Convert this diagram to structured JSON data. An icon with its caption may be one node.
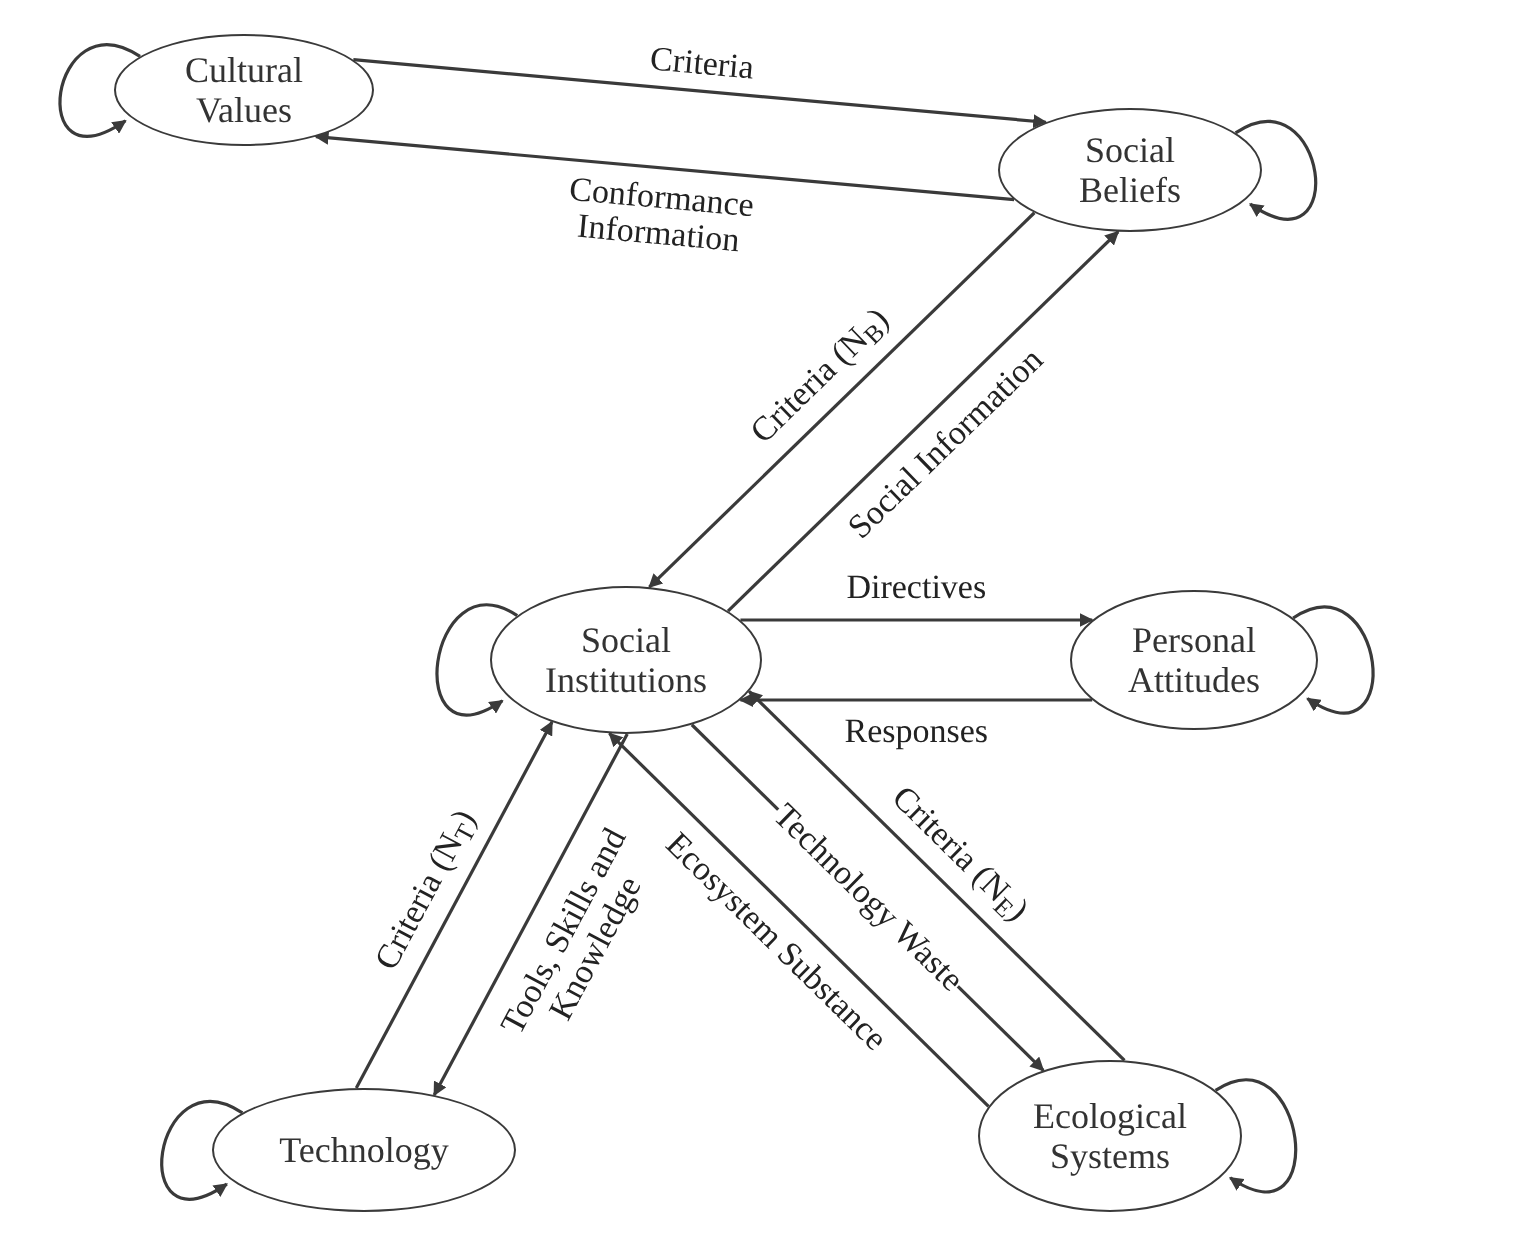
{
  "diagram": {
    "nodes": [
      {
        "text": [
          "Cultural Values"
        ]
      },
      {
        "text": [
          "Social Beliefs"
        ]
      },
      {
        "text": [
          "Social Institutions"
        ]
      },
      {
        "text": [
          "Personal Attitudes"
        ]
      },
      {
        "text": [
          "Technology"
        ]
      },
      {
        "text": [
          "Ecological Systems"
        ]
      }
    ],
    "edges": [
      {
        "from": 0,
        "to": 1,
        "arrow": "to",
        "label": "Criteria"
      },
      {
        "from": 1,
        "to": 0,
        "arrow": "to",
        "label": "Conformance Information"
      },
      {
        "from": 1,
        "to": 2,
        "arrow": "to",
        "label": "Criteria (N$_{B}$)"
      },
      {
        "from": 2,
        "to": 1,
        "arrow": "to",
        "label": "Social Information"
      },
      {
        "from": 2,
        "to": 3,
        "arrow": "to",
        "label": "Directives"
      },
      {
        "from": 3,
        "to": 2,
        "arrow": "to",
        "label": "Responses"
      },
      {
        "from": 4,
        "to": 2,
        "arrow": "to",
        "label": "Criteria (N$_{T}$)"
      },
      {
        "from": 2,
        "to": 4,
        "arrow": "to",
        "label": "Tools, Skills and Knowledge"
      },
      {
        "from": 5,
        "to": 2,
        "arrow": "to",
        "label": "Criteria (N$_{E}$)"
      },
      {
        "from": 2,
        "to": 5,
        "arrow": "to",
        "label": "Technology Waste"
      },
      {
        "from": 5,
        "to": 2,
        "arrow": "to",
        "label": "Ecosystem Substance"
      },
      {
        "from": 0,
        "to": 0,
        "arrow": "to"
      },
      {
        "from": 1,
        "to": 1,
        "arrow": "to"
      },
      {
        "from": 2,
        "to": 2,
        "arrow": "to"
      },
      {
        "from": 3,
        "to": 3,
        "arrow": "to"
      },
      {
        "from": 4,
        "to": 4,
        "arrow": "to"
      },
      {
        "from": 5,
        "to": 5,
        "arrow": "to"
      }
    ]
  }
}
